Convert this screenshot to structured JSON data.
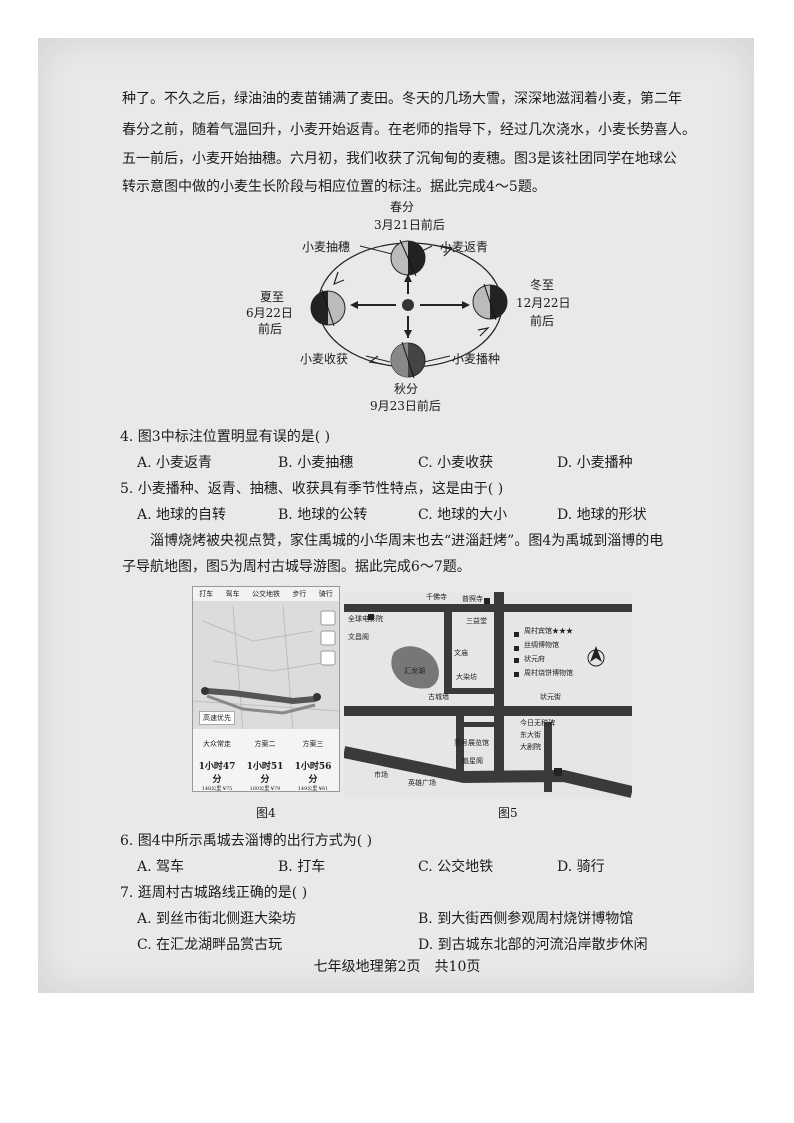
{
  "intro": {
    "lines": [
      "种了。不久之后，绿油油的麦苗铺满了麦田。冬天的几场大雪，深深地滋润着小麦，第二年",
      "春分之前，随着气温回升，小麦开始返青。在老师的指导下，经过几次浇水，小麦长势喜人。",
      "五一前后，小麦开始抽穗。六月初，我们收获了沉甸甸的麦穗。图3是该社团同学在地球公",
      "转示意图中做的小麦生长阶段与相应位置的标注。据此完成4～5题。"
    ]
  },
  "figure3": {
    "spring_title": "春分",
    "spring_date": "3月21日前后",
    "summer_title": "夏至",
    "summer_date": "6月22日",
    "summer_after": "前后",
    "winter_title": "冬至",
    "winter_date": "12月22日",
    "winter_after": "前后",
    "autumn_title": "秋分",
    "autumn_date": "9月23日前后",
    "label_heading": "小麦抽穗",
    "label_greening": "小麦返青",
    "label_harvest": "小麦收获",
    "label_sowing": "小麦播种"
  },
  "q4": {
    "stem": "4. 图3中标注位置明显有误的是(     )",
    "options": [
      "A. 小麦返青",
      "B. 小麦抽穗",
      "C. 小麦收获",
      "D. 小麦播种"
    ]
  },
  "q5": {
    "stem": "5. 小麦播种、返青、抽穗、收获具有季节性特点，这是由于(     )",
    "options": [
      "A. 地球的自转",
      "B. 地球的公转",
      "C. 地球的大小",
      "D. 地球的形状"
    ]
  },
  "passage2": {
    "lines": [
      "淄博烧烤被央视点赞，家住禹城的小华周末也去“进淄赶烤”。图4为禹城到淄博的电",
      "子导航地图，图5为周村古城导游图。据此完成6～7题。"
    ]
  },
  "figure4": {
    "caption": "图4",
    "tabs": [
      "打车",
      "驾车",
      "公交地铁",
      "步行",
      "骑行"
    ],
    "pill": "高速优先",
    "routes": [
      {
        "tag": "大众常走",
        "time": "1小时47分",
        "sub": "148公里 ¥75"
      },
      {
        "tag": "方案二",
        "time": "1小时51分",
        "sub": "160公里 ¥79"
      },
      {
        "tag": "方案三",
        "time": "1小时56分",
        "sub": "149公里 ¥61"
      }
    ]
  },
  "figure5": {
    "caption": "图5",
    "labels": {
      "qianfosi": "千佛寺",
      "qianfo_side": "普照寺",
      "quanqiu": "全球电影院",
      "sanyitang": "三益堂",
      "wenchangge": "文昌阁",
      "zhoucun_hotel": "周村宾馆★★★",
      "sijiu": "丝绸博物馆",
      "quanfu": "状元府",
      "diyidian": "周村烧饼博物馆",
      "wenmiao": "文庙",
      "xiaopu": "汇龙湖",
      "gucheng": "古城墙",
      "daranfang": "大染坊",
      "zhuangyuan": "状元街",
      "jinriwuyan": "今日无税碑",
      "dongdajie": "东大街",
      "dajuyuan": "大剧院",
      "piaohao": "票号展览馆",
      "shiyuan": "魁星阁",
      "market": "市场",
      "yingxiong": "英雄广场"
    }
  },
  "q6": {
    "stem": "6. 图4中所示禹城去淄博的出行方式为(     )",
    "options": [
      "A. 驾车",
      "B. 打车",
      "C. 公交地铁",
      "D. 骑行"
    ]
  },
  "q7": {
    "stem": "7. 逛周村古城路线正确的是(     )",
    "options": [
      "A. 到丝市街北侧逛大染坊",
      "B. 到大街西侧参观周村烧饼博物馆",
      "C. 在汇龙湖畔品赏古玩",
      "D. 到古城东北部的河流沿岸散步休闲"
    ]
  },
  "footer": "七年级地理第2页　共10页",
  "colors": {
    "paper": "#e9e9e7",
    "ink": "#1c1c1c"
  }
}
